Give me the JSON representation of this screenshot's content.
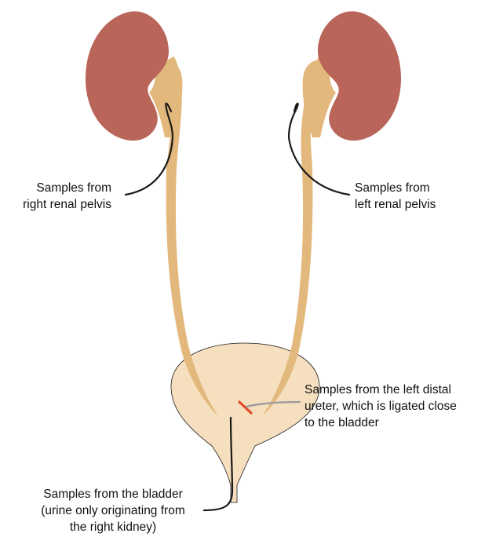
{
  "colors": {
    "kidney": "#b9655a",
    "ureter": "#e3b87c",
    "bladder": "#f6dfbf",
    "outline": "#1a1a1a",
    "ligature": "#e04a2a",
    "pointer_grey": "#9a9a9a"
  },
  "labels": {
    "right_pelvis": {
      "line1": "Samples from",
      "line2": "right renal pelvis"
    },
    "left_pelvis": {
      "line1": "Samples from",
      "line2": "left renal pelvis"
    },
    "distal_ureter": {
      "line1": "Samples from the left distal",
      "line2": "ureter, which is ligated close",
      "line3": "to the bladder"
    },
    "bladder": {
      "line1": "Samples from the bladder",
      "line2": "(urine only originating from",
      "line3": "the right kidney)"
    }
  }
}
